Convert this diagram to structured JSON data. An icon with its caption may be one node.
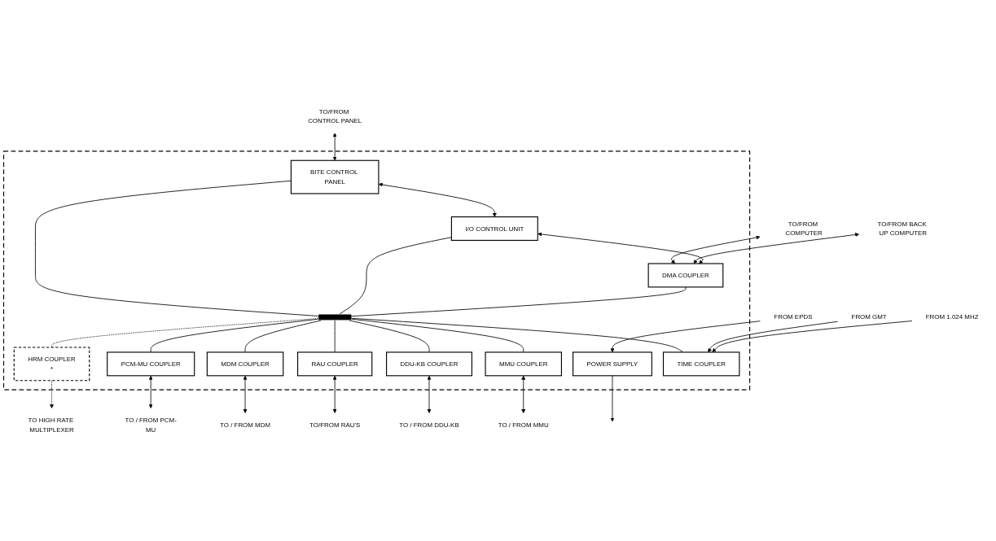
{
  "diagram": {
    "nodes": [
      {
        "text": [
          "TO/FROM CONTROL PANEL"
        ]
      },
      {
        "text": [
          "TO/FROM COMPUTER"
        ]
      },
      {
        "text": [
          "TO/FROM BACK UP COMPUTER"
        ]
      },
      {
        "text": [
          "FROM EPDS"
        ]
      },
      {
        "text": [],
        "shape": "box"
      },
      {
        "text": [
          "POWER SUPPLY"
        ],
        "in": 4
      },
      {
        "text": [
          "BITE CONTROL PANEL"
        ],
        "in": 4
      },
      {
        "text": [
          "I/O CONTROL UNIT"
        ],
        "in": 4
      },
      {
        "text": [
          "DMA COUPLER"
        ],
        "in": 4
      },
      {
        "text": [],
        "shape": "bar",
        "in": 4
      },
      {
        "text": [
          "HRM COUPLER",
          "*"
        ],
        "in": 4
      },
      {
        "text": [
          "PCM-MU COUPLER"
        ],
        "in": 4
      },
      {
        "text": [
          "MDM COUPLER"
        ],
        "in": 4
      },
      {
        "text": [
          "RAU COUPLER"
        ],
        "in": 4
      },
      {
        "text": [
          "DDU-KB COUPLER"
        ],
        "in": 4
      },
      {
        "text": [
          "MMU COUPLER"
        ],
        "in": 4
      },
      {
        "text": [
          "TIME COUPLER"
        ],
        "in": 4
      },
      {
        "text": [
          "TO HIGH RATE MULTIPLEXER"
        ]
      },
      {
        "text": [
          "TO / FROM PCM-MU"
        ]
      },
      {
        "text": [
          "TO / FROM MDM"
        ]
      },
      {
        "text": [
          "TO/FROM RAU'S"
        ]
      },
      {
        "text": [
          "TO / FROM DDU-KB"
        ]
      },
      {
        "text": [
          "TO / FROM MMU"
        ]
      },
      {
        "text": [
          "FROM GMT"
        ]
      },
      {
        "text": [
          "FROM 1.024 MHZ"
        ]
      }
    ],
    "edges": [
      {
        "from": 0,
        "to": 6,
        "arrow": "both"
      },
      {
        "from": 1,
        "to": 8,
        "arrow": "both"
      },
      {
        "from": 2,
        "to": 8,
        "arrow": "both"
      },
      {
        "from": 3,
        "to": 5,
        "arrow": "to"
      },
      {
        "from": 6,
        "to": 7,
        "arrow": "both"
      },
      {
        "from": 7,
        "to": 8,
        "arrow": "both"
      },
      {
        "from": 5,
        "to": null,
        "arrow": "to"
      },
      {
        "from": 6,
        "to": 9,
        "arrow": "none"
      },
      {
        "from": 7,
        "to": 9,
        "arrow": "none"
      },
      {
        "from": 8,
        "to": 9,
        "arrow": "none"
      },
      {
        "from": 9,
        "to": 10,
        "arrow": "none",
        "style": "dashed"
      },
      {
        "from": 9,
        "to": 11,
        "arrow": "none"
      },
      {
        "from": 9,
        "to": 12,
        "arrow": "none"
      },
      {
        "from": 9,
        "to": 13,
        "arrow": "none"
      },
      {
        "from": 9,
        "to": 14,
        "arrow": "none"
      },
      {
        "from": 9,
        "to": 15,
        "arrow": "none"
      },
      {
        "from": 9,
        "to": 16,
        "arrow": "none"
      },
      {
        "from": 10,
        "to": 17,
        "arrow": "to",
        "style": "dashed"
      },
      {
        "from": 11,
        "to": 18,
        "arrow": "both"
      },
      {
        "from": 12,
        "to": 19,
        "arrow": "both"
      },
      {
        "from": 13,
        "to": 20,
        "arrow": "both"
      },
      {
        "from": 14,
        "to": 21,
        "arrow": "both"
      },
      {
        "from": 15,
        "to": 22,
        "arrow": "both"
      },
      {
        "from": 23,
        "to": 16,
        "arrow": "to"
      },
      {
        "from": 24,
        "to": 16,
        "arrow": "to"
      }
    ]
  }
}
